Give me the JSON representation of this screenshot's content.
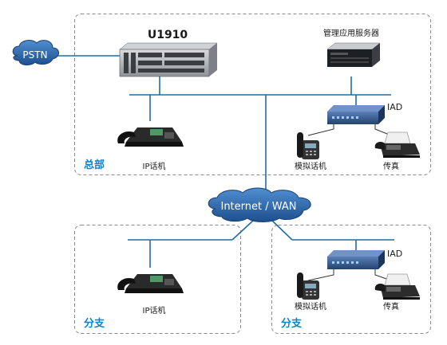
{
  "hq": {
    "site_label": "总部",
    "u1910_label": "U1910",
    "server_label": "管理应用服务器",
    "ip_phone_label": "IP话机",
    "iad_label": "IAD",
    "analog_phone_label": "模拟话机",
    "fax_label": "传真"
  },
  "pstn_label": "PSTN",
  "wan_label": "Internet / WAN",
  "branch1": {
    "site_label": "分支",
    "ip_phone_label": "IP话机"
  },
  "branch2": {
    "site_label": "分支",
    "iad_label": "IAD",
    "analog_phone_label": "模拟话机",
    "fax_label": "传真"
  },
  "colors": {
    "lan_line": "#1f6ea0",
    "site_label": "#0a86c8",
    "cloud": "#1d5a9a",
    "box_border": "#8a8a8a"
  }
}
